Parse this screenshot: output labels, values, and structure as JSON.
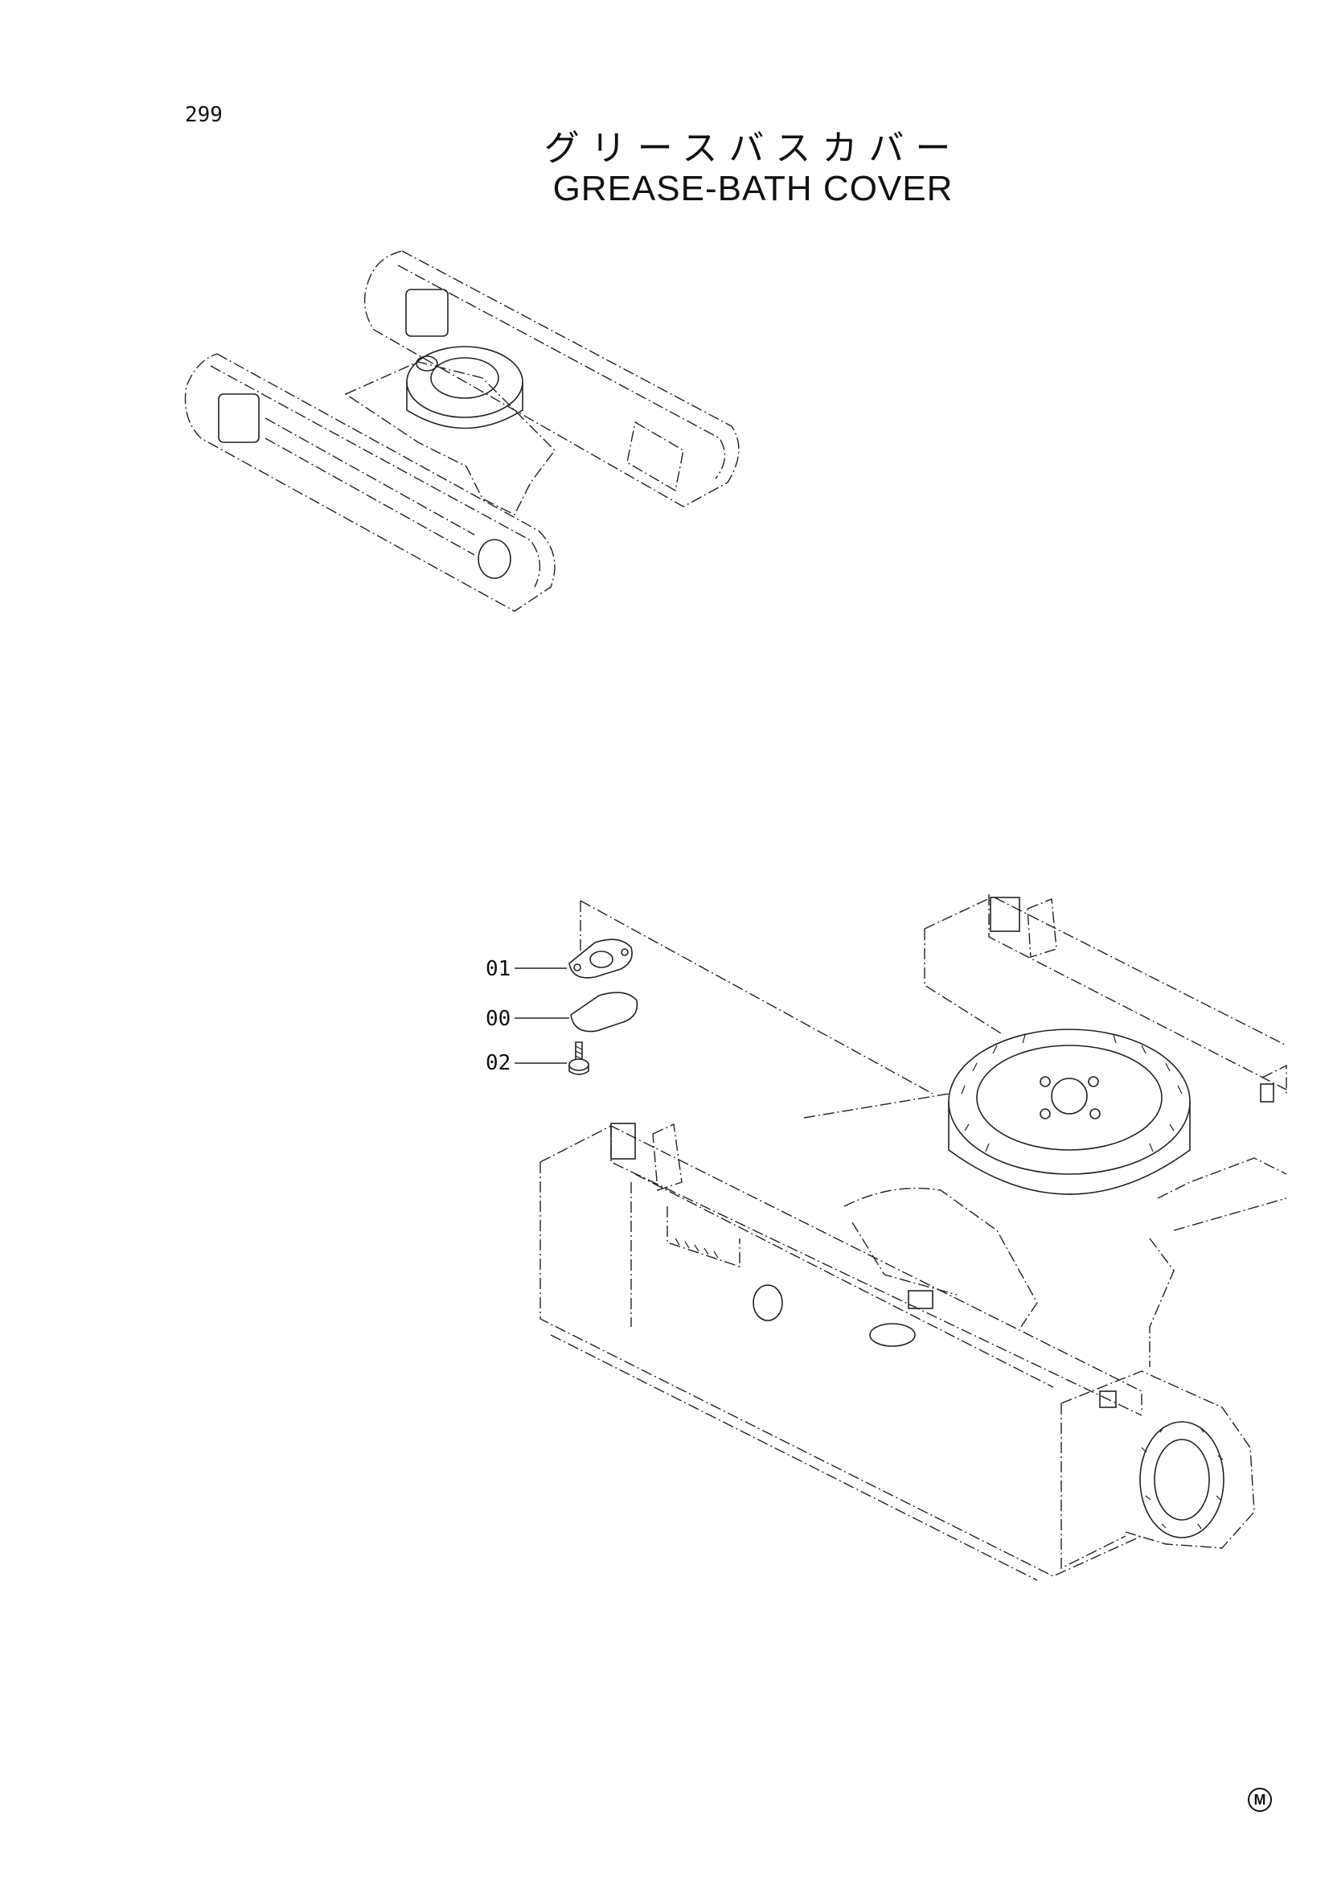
{
  "page_number": "299",
  "title_ja": "グリースバスカバー",
  "title_en": "GREASE-BATH COVER",
  "callouts": [
    "01",
    "00",
    "02"
  ],
  "mark": "M",
  "colors": {
    "line": "#222222",
    "background": "#ffffff"
  }
}
